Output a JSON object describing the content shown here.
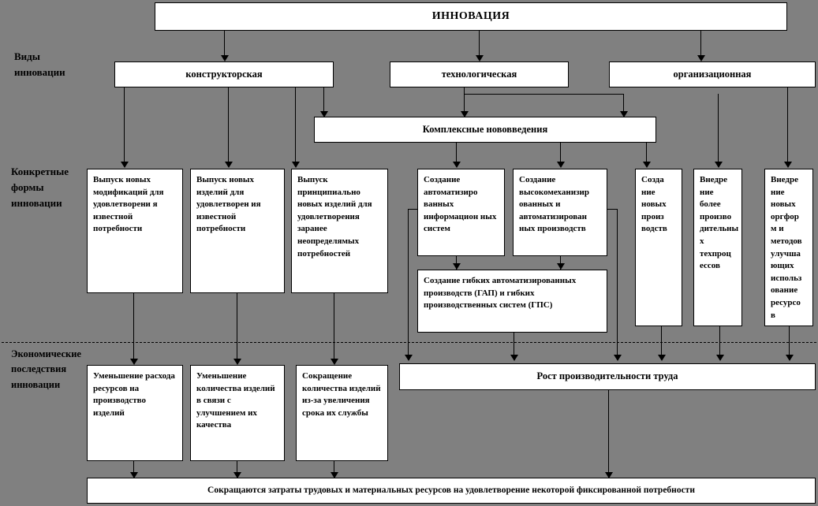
{
  "diagram": {
    "title_box": {
      "label": "ИННОВАЦИЯ"
    },
    "row_labels": {
      "types": "Виды\nинновации",
      "types_l1": "Виды",
      "types_l2": "инновации",
      "forms_l1": "Конкретные",
      "forms_l2": "формы",
      "forms_l3": "инновации",
      "effects_l1": "Экономические",
      "effects_l2": "последствия",
      "effects_l3": "инновации"
    },
    "types": [
      {
        "label": "конструкторская"
      },
      {
        "label": "технологическая"
      },
      {
        "label": "организационная"
      }
    ],
    "complex": {
      "label": "Комплексные нововведения"
    },
    "forms": [
      {
        "label": "Выпуск новых модификаций для удовлетворени я известной потребности"
      },
      {
        "label": "Выпуск новых изделий для удовлетворен ия известной потребности"
      },
      {
        "label": "Выпуск принципиально новых изделий для удовлетворения заранее неопределямых потребностей"
      },
      {
        "label": "Создание автоматизиро ванных информацион ных систем"
      },
      {
        "label": "Создание высокомеханизир ованных и автоматизирован ных производств"
      },
      {
        "label": "Созда ние новых произ водств"
      },
      {
        "label": "Внедре ние более произво дительны х техпроц ессов"
      },
      {
        "label": "Внедре ние новых оргфор м и методов улучша ющих использ ование ресурсо в"
      }
    ],
    "gap_box": {
      "label": "Создание гибких автоматизированных производств (ГАП) и гибких производственных систем (ГПС)"
    },
    "effects": [
      {
        "label": "Уменьшение расхода ресурсов на производство изделий"
      },
      {
        "label": "Уменьшение количества изделий в связи с улучшением их качества"
      },
      {
        "label": "Сокращение количества изделий из-за увеличения срока их службы"
      }
    ],
    "productivity": {
      "label": "Рост производительности труда"
    },
    "conclusion": {
      "label": "Сокращаются затраты трудовых и материальных ресурсов на удовлетворение некоторой фиксированной потребности"
    },
    "colors": {
      "background": "#808080",
      "box_fill": "#ffffff",
      "stroke": "#000000"
    }
  }
}
